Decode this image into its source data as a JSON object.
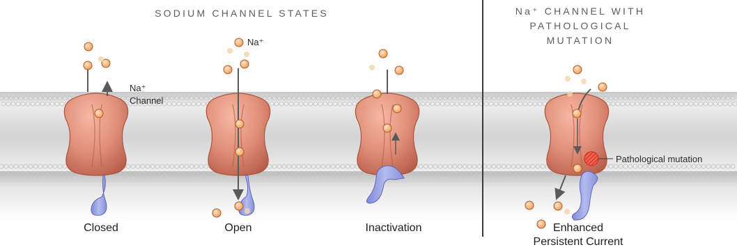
{
  "header": {
    "left_title": "SODIUM CHANNEL STATES",
    "right_title_lines": [
      "Na⁺ CHANNEL WITH",
      "PATHOLOGICAL",
      "MUTATION"
    ]
  },
  "labels": {
    "channel_top": "Na⁺",
    "channel_bottom": "Channel",
    "ion": "Na⁺",
    "pathological_mutation": "Pathological mutation",
    "closed": "Closed",
    "open": "Open",
    "inactivation": "Inactivation",
    "enhanced_line1": "Enhanced",
    "enhanced_line2": "Persistent Current"
  },
  "colors": {
    "protein": "#e08f78",
    "protein_dark": "#c46a55",
    "ion": "#f2a766",
    "ion_faded": "#f3d4a8",
    "gate": "#9fa8e6",
    "mutation": "#e23a28",
    "membrane": "#d9d9d9"
  }
}
